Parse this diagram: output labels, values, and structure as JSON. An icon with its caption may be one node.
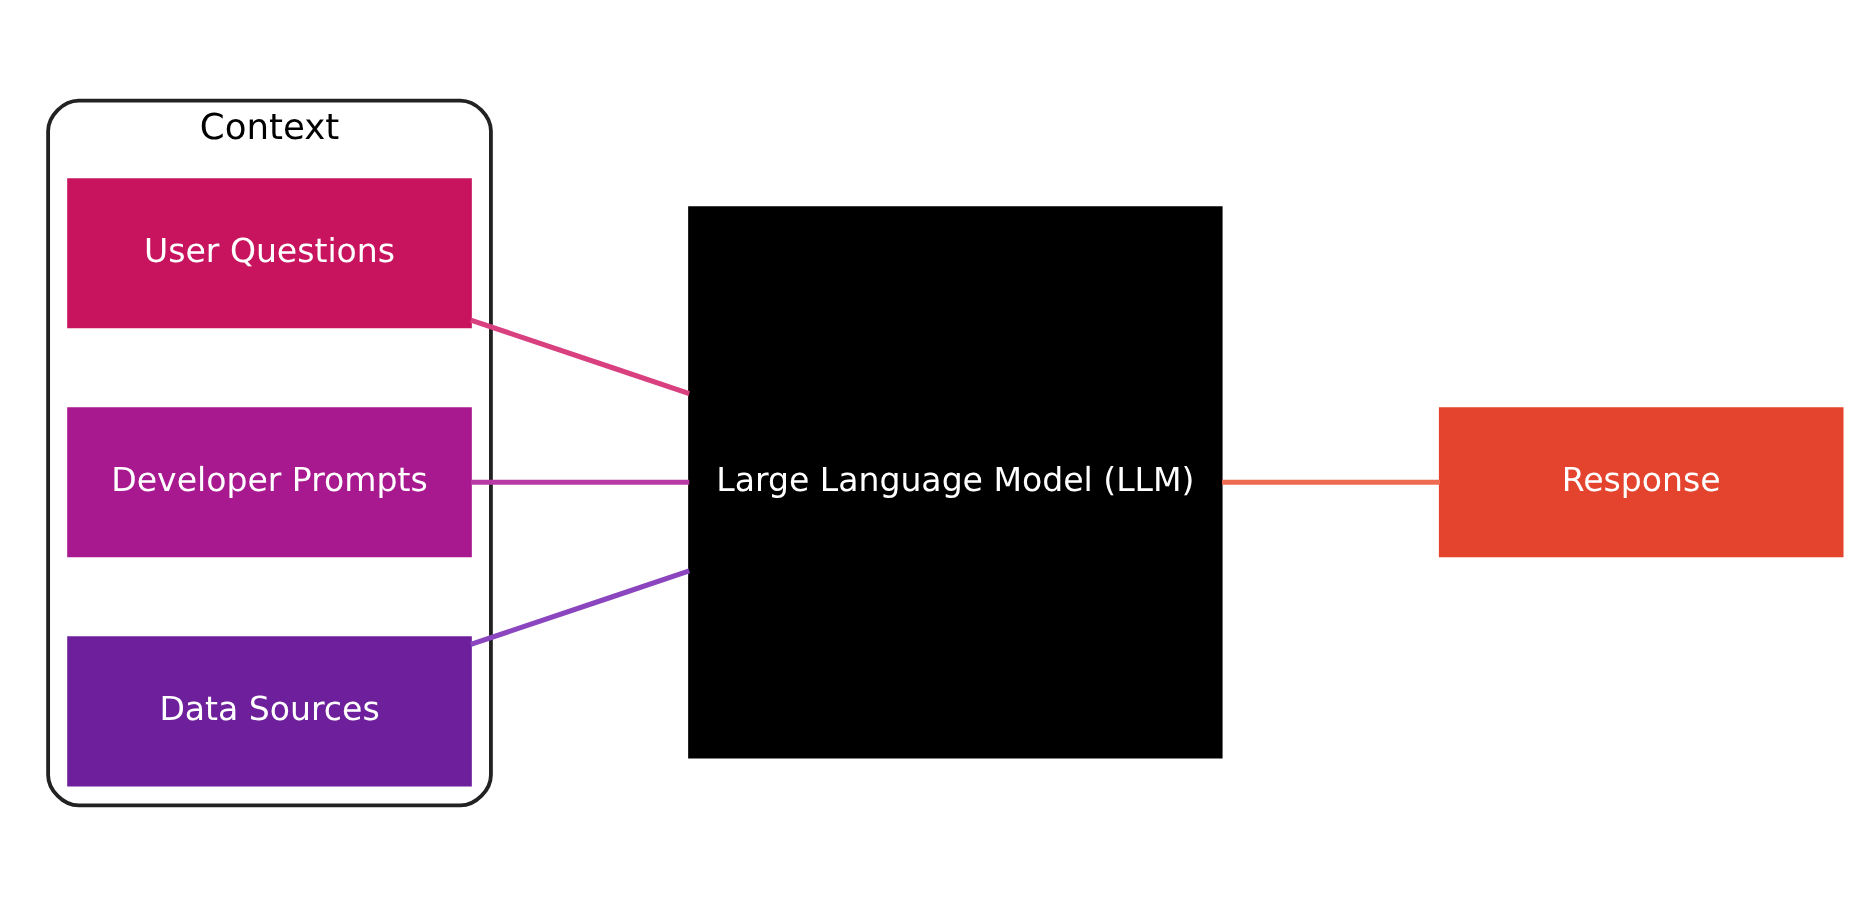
{
  "diagram": {
    "nodes": [
      {
        "text": [
          "Context"
        ]
      },
      {
        "text": [
          "User Questions"
        ],
        "in": 0
      },
      {
        "text": [
          "Developer Prompts"
        ],
        "in": 0
      },
      {
        "text": [
          "Data Sources"
        ],
        "in": 0
      },
      {
        "text": [
          "Large Language Model (LLM)"
        ]
      },
      {
        "text": [
          "Response"
        ]
      }
    ],
    "edges": [
      {
        "from": 1,
        "to": 4,
        "arrow": "none",
        "color": "#d9407f"
      },
      {
        "from": 2,
        "to": 4,
        "arrow": "none",
        "color": "#b83aa5"
      },
      {
        "from": 3,
        "to": 4,
        "arrow": "none",
        "color": "#8a45bf"
      },
      {
        "from": 4,
        "to": 5,
        "arrow": "none",
        "color": "#ee6a50"
      }
    ]
  }
}
